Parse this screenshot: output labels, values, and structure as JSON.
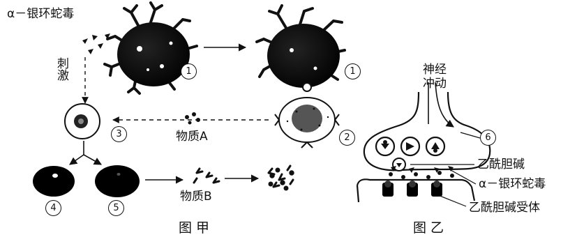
{
  "figure_jia": {
    "toxin_label": "α－银环蛇毒",
    "stimulus_label": "刺激",
    "substance_a_label": "物质A",
    "substance_b_label": "物质B",
    "caption": "图甲",
    "marker_1": "1",
    "marker_2": "2",
    "marker_3": "3",
    "marker_4": "4",
    "marker_5": "5"
  },
  "figure_yi": {
    "nerve_impulse_line1": "神经",
    "nerve_impulse_line2": "冲动",
    "marker_6": "6",
    "acetylcholine_label": "乙酰胆碱",
    "toxin_label": "α－银环蛇毒",
    "receptor_label": "乙酰胆碱受体",
    "caption": "图乙"
  }
}
